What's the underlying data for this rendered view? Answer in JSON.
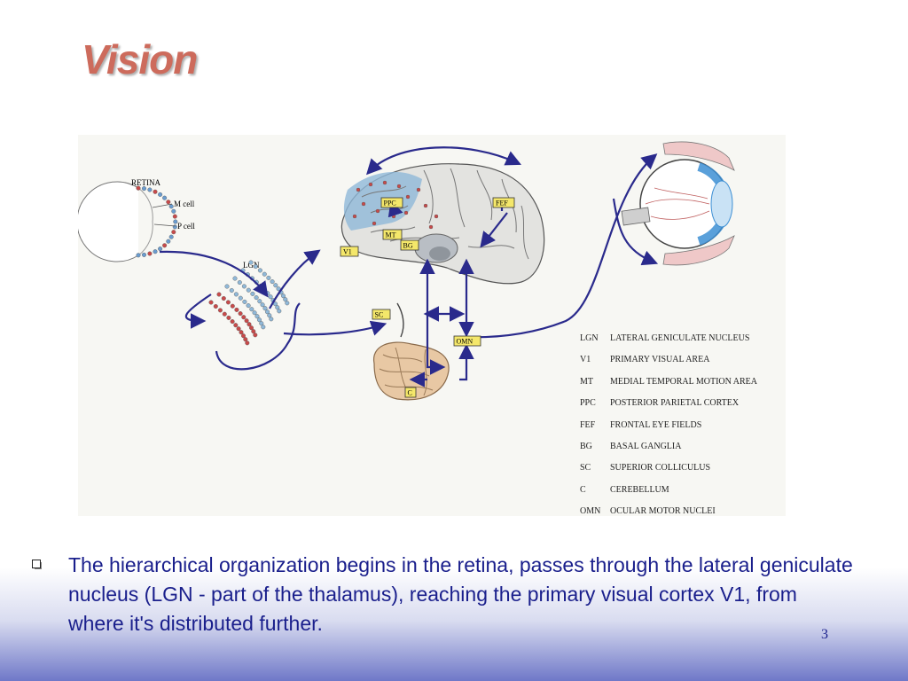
{
  "slide": {
    "title": "Vision",
    "bullet_text": "The hierarchical organization begins in the retina, passes through the lateral geniculate nucleus (LGN - part of the thalamus), reaching the primary visual cortex V1, from where it's distributed further.",
    "page_number": "3"
  },
  "diagram": {
    "retina_label": "RETINA",
    "m_cell_label": "M cell",
    "p_cell_label": "P cell",
    "lgn_label": "LGN",
    "region_tags": {
      "ppc": "PPC",
      "fef": "FEF",
      "mt": "MT",
      "bg": "BG",
      "v1": "V1",
      "sc": "SC",
      "omn": "OMN",
      "c": "C"
    },
    "legend": [
      {
        "abbr": "LGN",
        "name": "LATERAL GENICULATE NUCLEUS"
      },
      {
        "abbr": "V1",
        "name": "PRIMARY VISUAL AREA"
      },
      {
        "abbr": "MT",
        "name": "MEDIAL TEMPORAL MOTION AREA"
      },
      {
        "abbr": "PPC",
        "name": "POSTERIOR PARIETAL CORTEX"
      },
      {
        "abbr": "FEF",
        "name": "FRONTAL EYE FIELDS"
      },
      {
        "abbr": "BG",
        "name": "BASAL GANGLIA"
      },
      {
        "abbr": "SC",
        "name": "SUPERIOR COLLICULUS"
      },
      {
        "abbr": "C",
        "name": "CEREBELLUM"
      },
      {
        "abbr": "OMN",
        "name": "OCULAR MOTOR NUCLEI"
      }
    ]
  },
  "colors": {
    "title": "#cd6b5c",
    "body_text": "#1a1f8c",
    "arrow": "#2a2a8c",
    "tag_fill": "#f4e76a",
    "ppc_highlight": "#8fb8d8"
  }
}
